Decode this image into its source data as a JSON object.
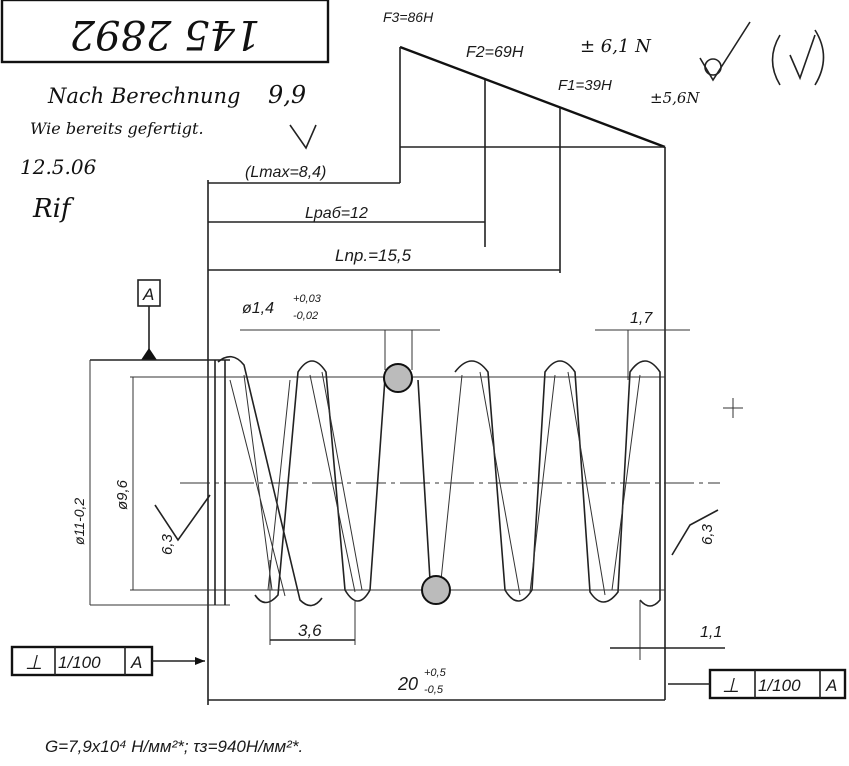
{
  "drawing_number": "145 2892",
  "forces": {
    "f3": "F3=86H",
    "f2": "F2=69H",
    "f1": "F1=39H",
    "tol_f2": "± 6,1 N",
    "tol_f1": "±5,6N"
  },
  "handwritten": {
    "note1": "Nach Berechnung",
    "value": "9,9",
    "note2": "Wie bereits gefertigt.",
    "date": "12.5.06",
    "signature": "Rif"
  },
  "lengths": {
    "lmax": "(Lmax=8,4)",
    "lrab": "Lpaб=12",
    "lpr": "Lnp.=15,5"
  },
  "datum_label": "A",
  "wire": {
    "dia": "ø1,4",
    "tol_plus": "+0,03",
    "tol_minus": "-0,02"
  },
  "end_gap": "1,7",
  "outer_dia": "ø11-0,2",
  "inner_dia": "ø9,6",
  "roughness_left": "6,3",
  "roughness_right": "6,3",
  "pitch": "3,6",
  "end_thickness": "1,1",
  "free_length": {
    "nominal": "20",
    "tol_plus": "+0,5",
    "tol_minus": "-0,5"
  },
  "tolerance_frame_left": {
    "symbol": "⊥",
    "value": "1/100",
    "datum": "A"
  },
  "tolerance_frame_right": {
    "symbol": "⊥",
    "value": "1/100",
    "datum": "A"
  },
  "material_note": "G=7,9x10⁴ H/мм²*; τз=940H/мм²*."
}
